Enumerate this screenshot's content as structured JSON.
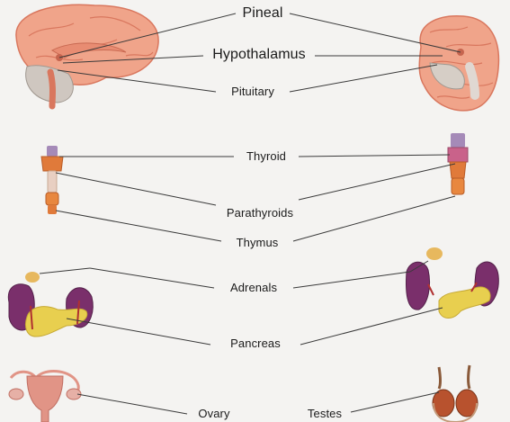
{
  "labels": {
    "pineal": "Pineal",
    "hypothalamus": "Hypothalamus",
    "pituitary": "Pituitary",
    "thyroid": "Thyroid",
    "parathyroids": "Parathyroids",
    "thymus": "Thymus",
    "adrenals": "Adrenals",
    "pancreas": "Pancreas",
    "ovary": "Ovary",
    "testes": "Testes"
  },
  "colors": {
    "brain": "#f0a48a",
    "brain_outline": "#d9775e",
    "pituitary_gland": "#cfc7c0",
    "thyroid_gland": "#e07a3a",
    "thymus_gland": "#e8873f",
    "parathyroid": "#a58ab8",
    "kidney": "#7a2f6b",
    "pancreas_gland": "#e8cf4f",
    "adrenal": "#e7b85e",
    "uterus": "#e19486",
    "testes_gland": "#b8522e",
    "leader_line": "#3a3a3a"
  }
}
